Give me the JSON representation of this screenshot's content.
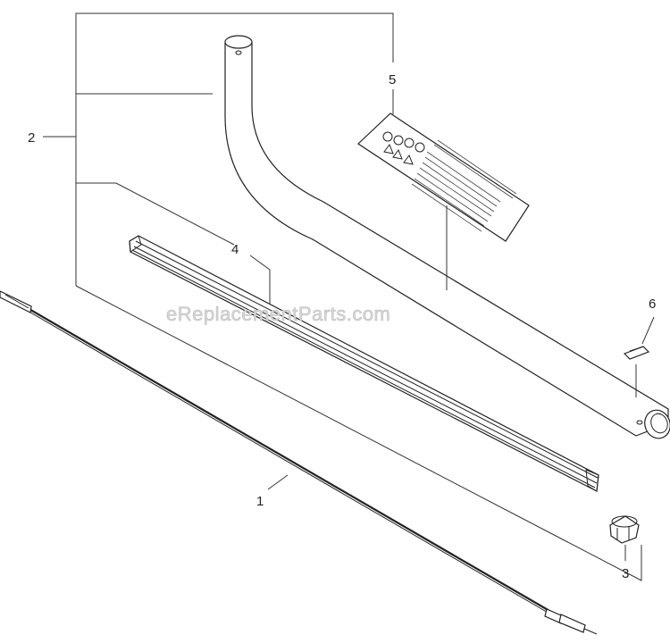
{
  "callouts": {
    "c1": "1",
    "c2": "2",
    "c3": "3",
    "c4": "4",
    "c5": "5",
    "c6": "6"
  },
  "watermark": "eReplacementParts.com"
}
